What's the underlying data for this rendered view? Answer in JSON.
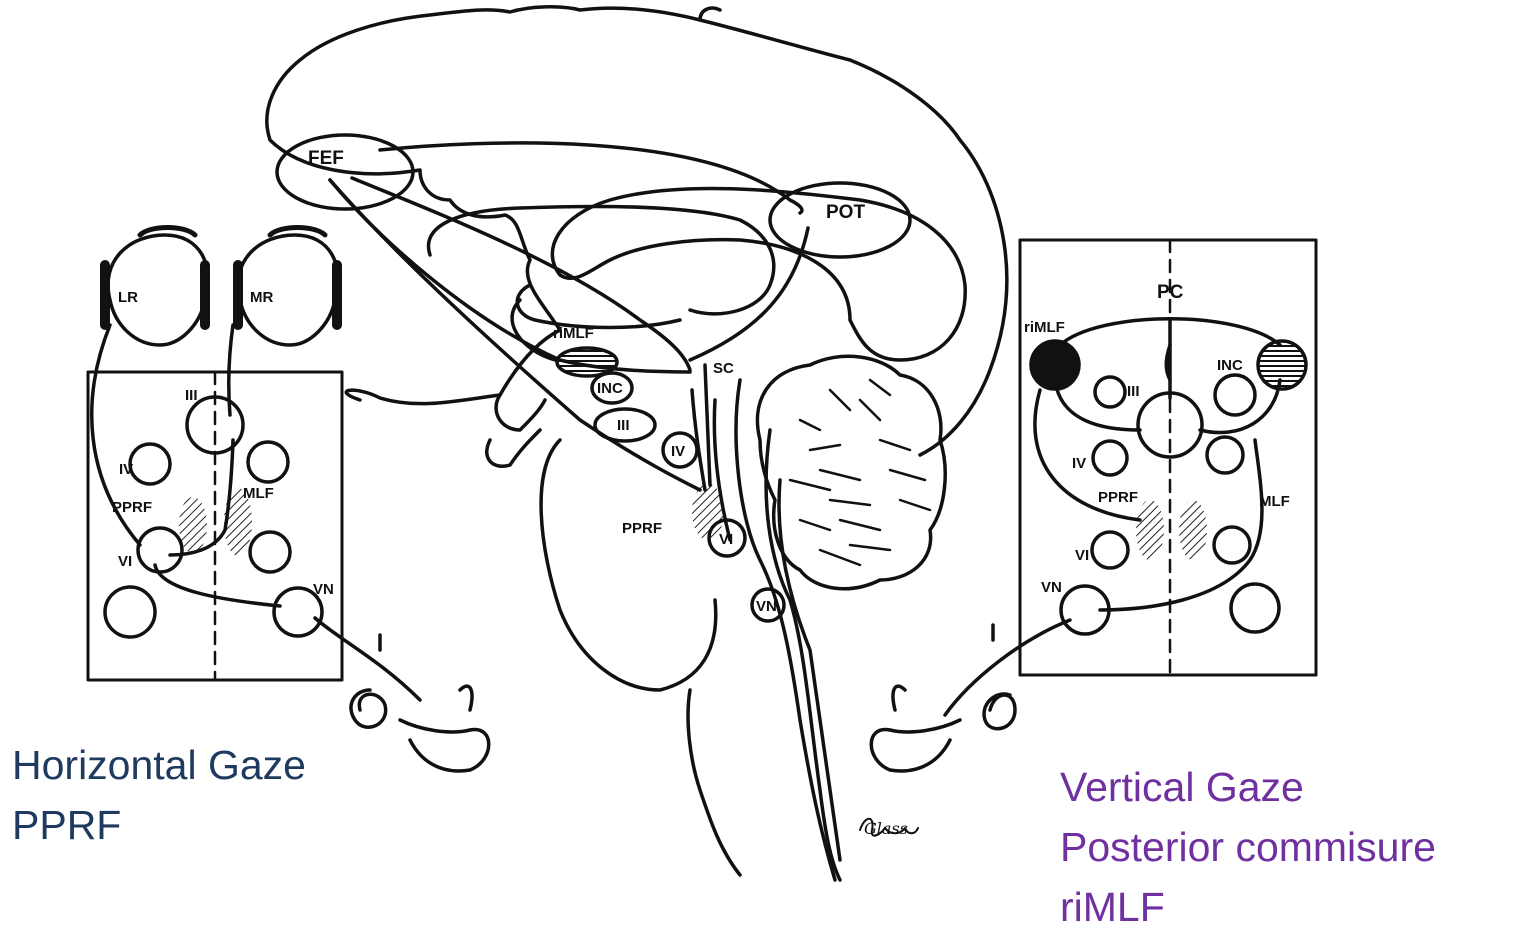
{
  "labels": {
    "fef": "FEF",
    "pot": "POT",
    "lr": "LR",
    "mr": "MR",
    "rimlf_center": "riMLF",
    "inc_center": "INC",
    "iii_center": "III",
    "sc": "SC",
    "iv_center": "IV",
    "pprf_center": "PPRF",
    "vi_center": "VI",
    "vn_center": "VN",
    "left_iii": "III",
    "left_iv": "IV",
    "left_mlf": "MLF",
    "left_pprf": "PPRF",
    "left_vi": "VI",
    "left_vn": "VN",
    "right_pc": "PC",
    "right_rimlf": "riMLF",
    "right_inc": "INC",
    "right_iii": "III",
    "right_iv": "IV",
    "right_pprf": "PPRF",
    "right_mlf": "MLF",
    "right_vi": "VI",
    "right_vn": "VN",
    "signature": "Glass"
  },
  "captions": {
    "horizontal": {
      "line1": "Horizontal Gaze",
      "line2": "PPRF",
      "color": "#1f3a5f"
    },
    "vertical": {
      "line1": "Vertical Gaze",
      "line2": "Posterior commisure",
      "line3": "riMLF",
      "color": "#7030a0"
    }
  }
}
